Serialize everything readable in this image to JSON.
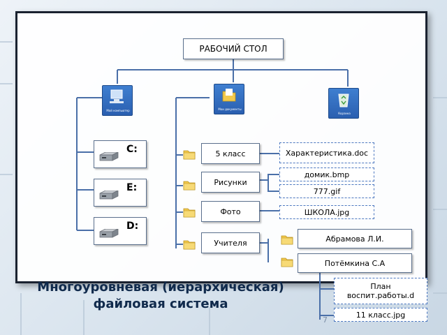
{
  "diagram": {
    "root": "РАБОЧИЙ СТОЛ",
    "desktop_icons": [
      {
        "caption": "Мой компьютер",
        "icon": "computer-icon"
      },
      {
        "caption": "Мои документы",
        "icon": "documents-icon"
      },
      {
        "caption": "Корзина",
        "icon": "recycle-bin-icon"
      }
    ],
    "drives": [
      "C:",
      "E:",
      "D:"
    ],
    "folders": [
      "5 класс",
      "Рисунки",
      "Фото",
      "Учителя"
    ],
    "files": {
      "class5": "Характеристика.doc",
      "pictures_1": "домик.bmp",
      "pictures_2": "777.gif",
      "photo": "ШКОЛА.jpg"
    },
    "teachers": [
      "Абрамова Л.И.",
      "Потёмкина С.А"
    ],
    "teacher_files": [
      "План воспит.работы.d",
      "11 класс.jpg"
    ]
  },
  "caption": {
    "title": "Многоуровневая (иерархическая) файловая система",
    "page_number": "7"
  },
  "colors": {
    "frame_border": "#1a2230",
    "line": "#4a6fa8",
    "box_border": "#5a6f8c",
    "dashed_border": "#4d78c0",
    "title": "#102a4c",
    "folder": "#f2c94c"
  }
}
